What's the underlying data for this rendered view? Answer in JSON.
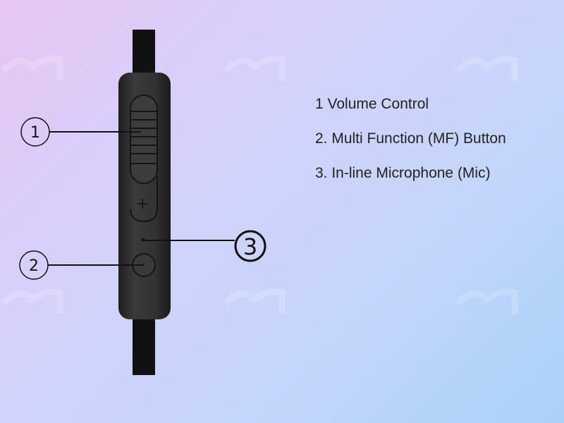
{
  "callouts": [
    "1",
    "2",
    "3"
  ],
  "legend": {
    "items": [
      {
        "label": "1  Volume Control"
      },
      {
        "label": "2. Multi Function (MF) Button"
      },
      {
        "label": "3. In-line Microphone (Mic)"
      }
    ]
  },
  "icons": {
    "plus": "+"
  },
  "colors": {
    "remote": "#2e2e2e",
    "cable": "#111111",
    "line": "#111111"
  }
}
